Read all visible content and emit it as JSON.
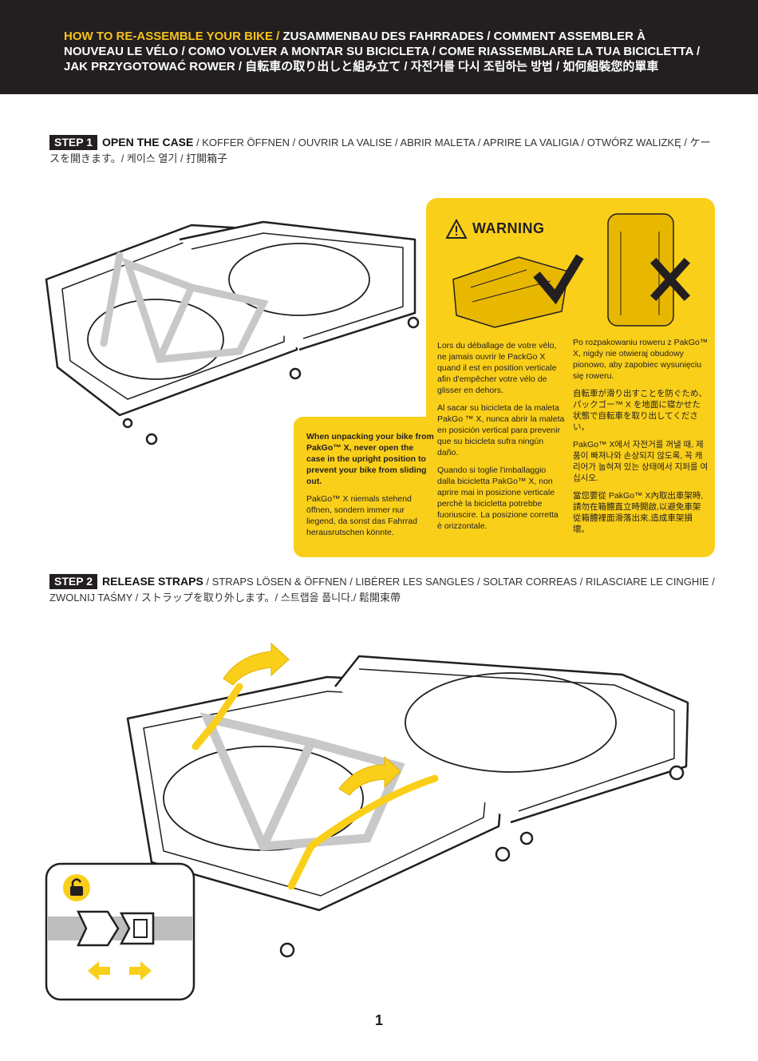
{
  "header": {
    "title_highlight": "HOW TO RE-ASSEMBLE YOUR BIKE /",
    "title_rest": " ZUSAMMENBAU DES FAHRRADES / COMMENT ASSEMBLER À NOUVEAU LE VÉLO / COMO VOLVER A MONTAR SU BICICLETA / COME RIASSEMBLARE LA TUA BICICLETTA / JAK PRZYGOTOWAĆ ROWER / 自転車の取り出しと組み立て / 자전거를 다시 조립하는 방법 / 如何組裝您的單車"
  },
  "step1": {
    "badge": "STEP 1",
    "title": "OPEN THE CASE",
    "translations": " / KOFFER ÖFFNEN  / OUVRIR LA VALISE / ABRIR MALETA / APRIRE LA VALIGIA / OTWÓRZ WALIZKĘ / ケースを開きます。/ 케이스 열기 /  打開箱子"
  },
  "warning": {
    "title": "WARNING",
    "ok_mark": "✔",
    "no_mark": "X",
    "en_bold": "When unpacking your bike from PakGo™ X, never open the case in the upright position to prevent your bike from sliding out.",
    "de": "PakGo™ X niemals stehend öffnen, sondern immer nur liegend, da sonst das Fahrrad herausrutschen könnte.",
    "fr": "Lors du déballage de votre vélo, ne jamais ouvrir le PackGo X quand il est en position verticale afin d'empêcher votre vélo de glisser en dehors.",
    "es": "Al sacar su bicicleta de la maleta PakGo ™ X, nunca abrir la maleta en posición vertical para prevenir que su bicicleta sufra ningún daño.",
    "it": "Quando si toglie l'imballaggio dalla bicicletta PakGo™ X, non aprire mai in posizione verticale perchè la bicicletta potrebbe fuoriuscire. La posizione corretta è orizzontale.",
    "pl": "Po rozpakowaniu roweru z PakGo™ X, nigdy nie otwieraj obudowy pionowo, aby zapobiec wysunięciu się roweru.",
    "ja": "自転車が滑り出すことを防ぐため、パックゴー™ X を地面に寝かせた状態で自転車を取り出してください。",
    "ko": "PakGo™ X에서 자전거를 꺼낼 때, 제품이 빠져나와 손상되지 않도록, 꼭 캐리어가 눕혀져 있는 상태에서 지퍼를 여십시오.",
    "zh": "當您要從 PakGo™ X內取出車架時,請勿在箱體直立時開啟,以避免車架從箱體裡面滑落出來,造成車架損壞。"
  },
  "step2": {
    "badge": "STEP 2",
    "title": "RELEASE STRAPS",
    "translations": " / STRAPS LÖSEN & ÖFFNEN / LIBÉRER LES SANGLES / SOLTAR CORREAS / RILASCIARE LE CINGHIE / ZWOLNIJ TAŚMY / ストラップを取り外します。/ 스트랩을 풉니다./ 鬆開束帶"
  },
  "page_number": "1",
  "colors": {
    "yellow": "#f9cf1a",
    "dark": "#231f20",
    "grey": "#c8c8c8"
  }
}
